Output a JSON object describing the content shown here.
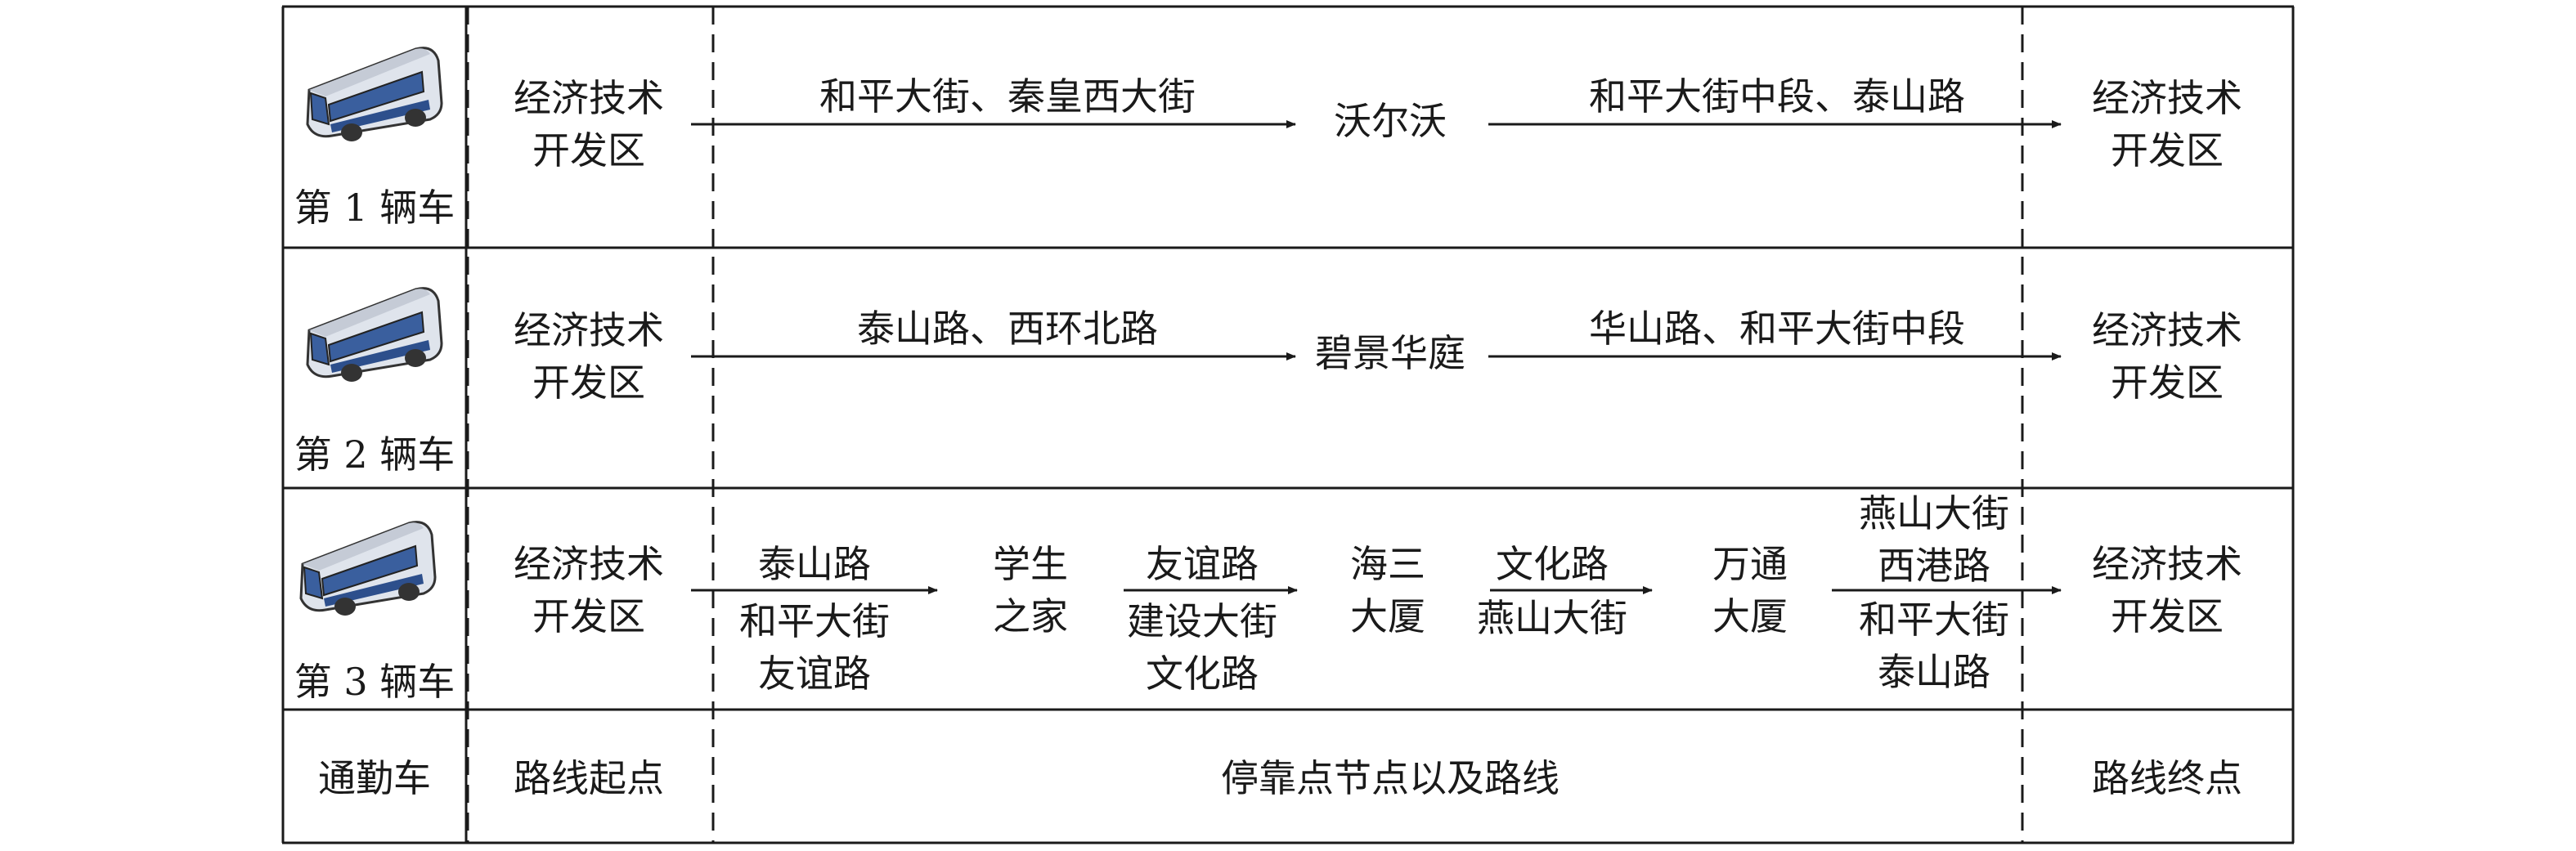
{
  "rows": [
    {
      "vehicle_label": "第 1 辆车",
      "start": "经济技术\n开发区",
      "end": "经济技术\n开发区",
      "segments": [
        {
          "route": "和平大街、秦皇西大街"
        },
        {
          "stop": "沃尔沃"
        },
        {
          "route": "和平大街中段、泰山路"
        }
      ]
    },
    {
      "vehicle_label": "第 2 辆车",
      "start": "经济技术\n开发区",
      "end": "经济技术\n开发区",
      "segments": [
        {
          "route": "泰山路、西环北路"
        },
        {
          "stop": "碧景华庭"
        },
        {
          "route": "华山路、和平大街中段"
        }
      ]
    },
    {
      "vehicle_label": "第 3 辆车",
      "start": "经济技术\n开发区",
      "end": "经济技术\n开发区",
      "routes": [
        {
          "above": "泰山路",
          "below": "和平大街\n友谊路"
        },
        {
          "above": "友谊路",
          "below": "建设大街\n文化路"
        },
        {
          "above": "文化路",
          "below": "燕山大街"
        },
        {
          "above": "燕山大街\n西港路",
          "below": "和平大街\n泰山路"
        }
      ],
      "stops": [
        "学生\n之家",
        "海三\n大厦",
        "万通\n大厦"
      ]
    }
  ],
  "legend": {
    "vehicle": "通勤车",
    "start": "路线起点",
    "middle": "停靠点节点以及路线",
    "end": "路线终点"
  },
  "colors": {
    "line": "#1a1a1a",
    "bus_body": "#dfe4ec",
    "bus_window": "#3a5f9e",
    "bus_stripe": "#2d4f8c"
  }
}
